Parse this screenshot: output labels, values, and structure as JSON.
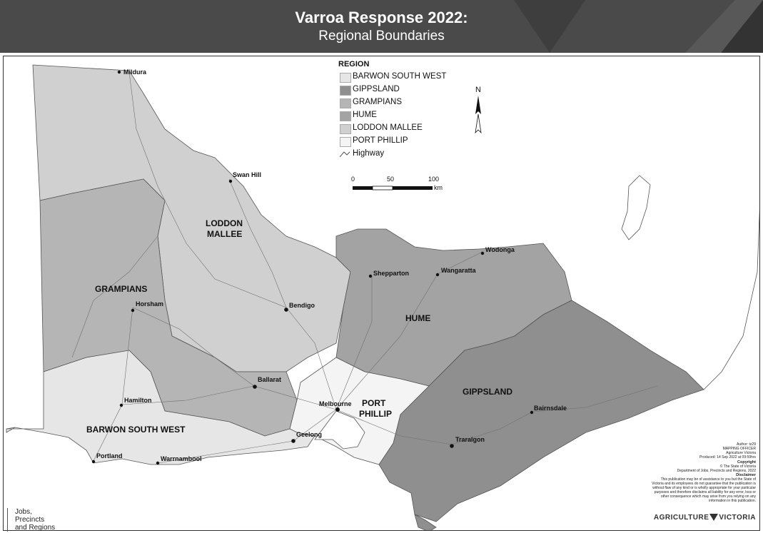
{
  "header": {
    "title_line1": "Varroa Response 2022:",
    "title_line2": "Regional Boundaries"
  },
  "colors": {
    "header_bg": "#4a4a4a",
    "barwon_south_west": "#e6e6e6",
    "gippsland": "#8f8f8f",
    "grampians": "#b5b5b5",
    "hume": "#a3a3a3",
    "loddon_mallee": "#d0d0d0",
    "port_phillip": "#f4f4f4"
  },
  "legend": {
    "title": "REGION",
    "items": [
      {
        "label": "BARWON SOUTH WEST",
        "color": "#e6e6e6"
      },
      {
        "label": "GIPPSLAND",
        "color": "#8f8f8f"
      },
      {
        "label": "GRAMPIANS",
        "color": "#b5b5b5"
      },
      {
        "label": "HUME",
        "color": "#a3a3a3"
      },
      {
        "label": "LODDON MALLEE",
        "color": "#d0d0d0"
      },
      {
        "label": "PORT PHILLIP",
        "color": "#f4f4f4"
      }
    ],
    "highway_label": "Highway"
  },
  "north_arrow": {
    "label": "N"
  },
  "scale": {
    "ticks": [
      "0",
      "50",
      "100"
    ],
    "unit": "km"
  },
  "region_labels": {
    "loddon_line1": "LODDON",
    "loddon_line2": "MALLEE",
    "grampians": "GRAMPIANS",
    "hume": "HUME",
    "gippsland": "GIPPSLAND",
    "port_line1": "PORT",
    "port_line2": "PHILLIP",
    "barwon": "BARWON SOUTH WEST"
  },
  "towns": {
    "mildura": "Mildura",
    "swan_hill": "Swan Hill",
    "wodonga": "Wodonga",
    "shepparton": "Shepparton",
    "wangaratta": "Wangaratta",
    "horsham": "Horsham",
    "bendigo": "Bendigo",
    "ballarat": "Ballarat",
    "hamilton": "Hamilton",
    "melbourne": "Melbourne",
    "bairnsdale": "Bairnsdale",
    "geelong": "Geelong",
    "traralgon": "Traralgon",
    "portland": "Portland",
    "warrnambool": "Warrnambool"
  },
  "author_block": {
    "line1": "Author: tz29",
    "line2": "MAPPING OFFICER",
    "line3": "Agriculture Victoria",
    "line4": "Produced: 14 Sep 2022 at 09:59hrs"
  },
  "copyright": {
    "heading": "Copyright",
    "line1": "© The State of Victoria",
    "line2": "Department of Jobs, Precincts and Regions, 2022"
  },
  "disclaimer": {
    "heading": "Disclaimer",
    "text": "This publication may be of assistance to you but the State of Victoria and its employees do not guarantee that the publication is without flaw of any kind or is wholly appropriate for your particular purposes and therefore disclaims all liability for any error, loss or other consequence which may arise from you relying on any information in this publication."
  },
  "footer": {
    "brand_part1": "AGRICULTURE",
    "brand_part2": "VICTORIA",
    "jpr_line1": "Jobs,",
    "jpr_line2": "Precincts",
    "jpr_line3": "and Regions"
  }
}
